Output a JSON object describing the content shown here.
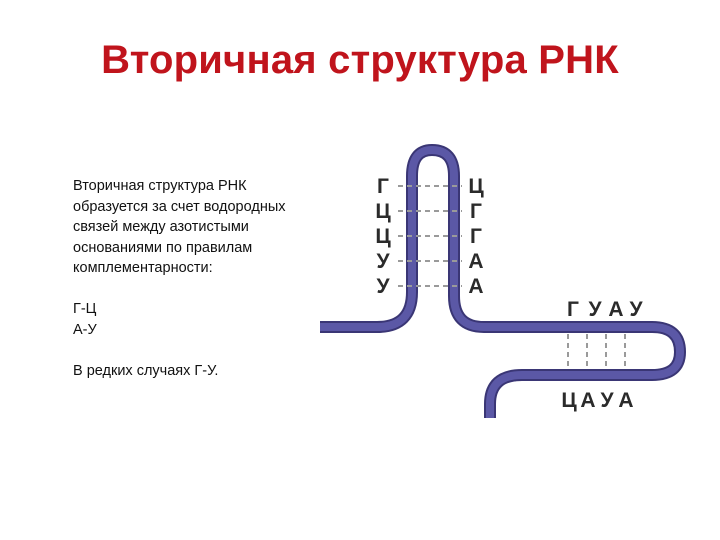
{
  "title": "Вторичная структура РНК",
  "description": {
    "lines": [
      "Вторичная структура РНК",
      "образуется за счет водородных",
      "связей между азотистыми",
      "основаниями по правилам",
      "комплементарности:"
    ],
    "pairs": [
      "Г-Ц",
      "А-У"
    ],
    "note": "В редких случаях Г-У."
  },
  "diagram": {
    "strand_color": "#5b58a6",
    "bond_color": "#9a9a9a",
    "hairpin_left_bases": [
      "Г",
      "Ц",
      "Ц",
      "У",
      "У"
    ],
    "hairpin_right_bases": [
      "Ц",
      "Г",
      "Г",
      "А",
      "А"
    ],
    "lower_top_bases": [
      "Г",
      "У",
      "А",
      "У"
    ],
    "lower_bottom_bases": [
      "Ц",
      "А",
      "У",
      "А"
    ]
  }
}
